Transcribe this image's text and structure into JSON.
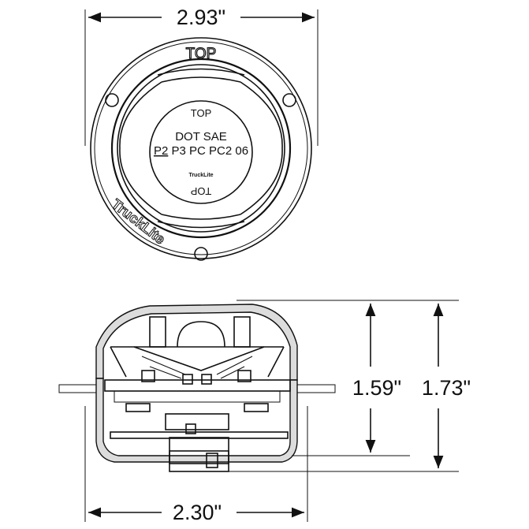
{
  "dimensions": {
    "overall_width": "2.93\"",
    "base_width": "2.30\"",
    "height_inner": "1.59\"",
    "height_overall": "1.73\""
  },
  "front_view": {
    "bezel_label": "TOP",
    "lens_top_label": "TOP",
    "lens_bottom_label": "TOP",
    "lens_line1": "DOT SAE",
    "lens_line2_marked": "P2",
    "lens_line2_rest": " P3 PC PC2 06",
    "brand_logo_text": "TruckLite",
    "brand_small_text": "TruckLite"
  }
}
